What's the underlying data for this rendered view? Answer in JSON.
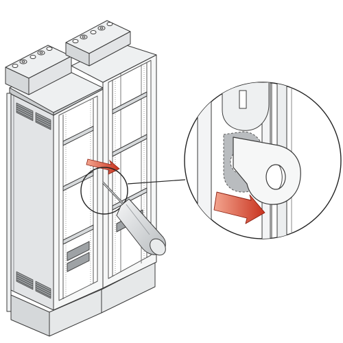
{
  "figure": {
    "background": "#ffffff",
    "colors": {
      "outline": "#3a3a3a",
      "panel_fill": "#e2e4e6",
      "panel_light": "#eef0f1",
      "panel_dark": "#c9ccce",
      "frame_fill": "#f6f7f7",
      "arrow": "#c8321e",
      "arrow_light": "#f08a70",
      "tool": "#d9dcde",
      "dashed_part": "#b9bcbf"
    },
    "components": {
      "cabinet_left": "server-rack-cabinet",
      "cabinet_right": "server-rack-cabinet",
      "tool": "screwdriver",
      "callout": "magnified-detail-circle",
      "motion_indicator": "direction-arrow"
    }
  }
}
